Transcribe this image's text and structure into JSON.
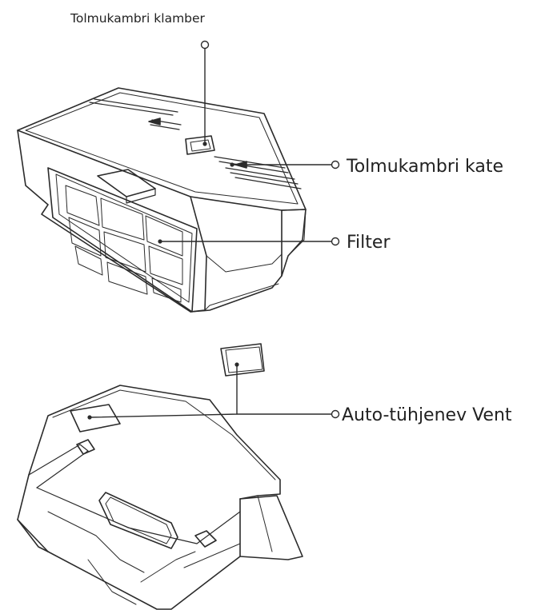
{
  "labels": {
    "latch": "Tolmukambri klamber",
    "cover": "Tolmukambri kate",
    "filter": "Filter",
    "vent": "Auto-tühjenev Vent"
  }
}
